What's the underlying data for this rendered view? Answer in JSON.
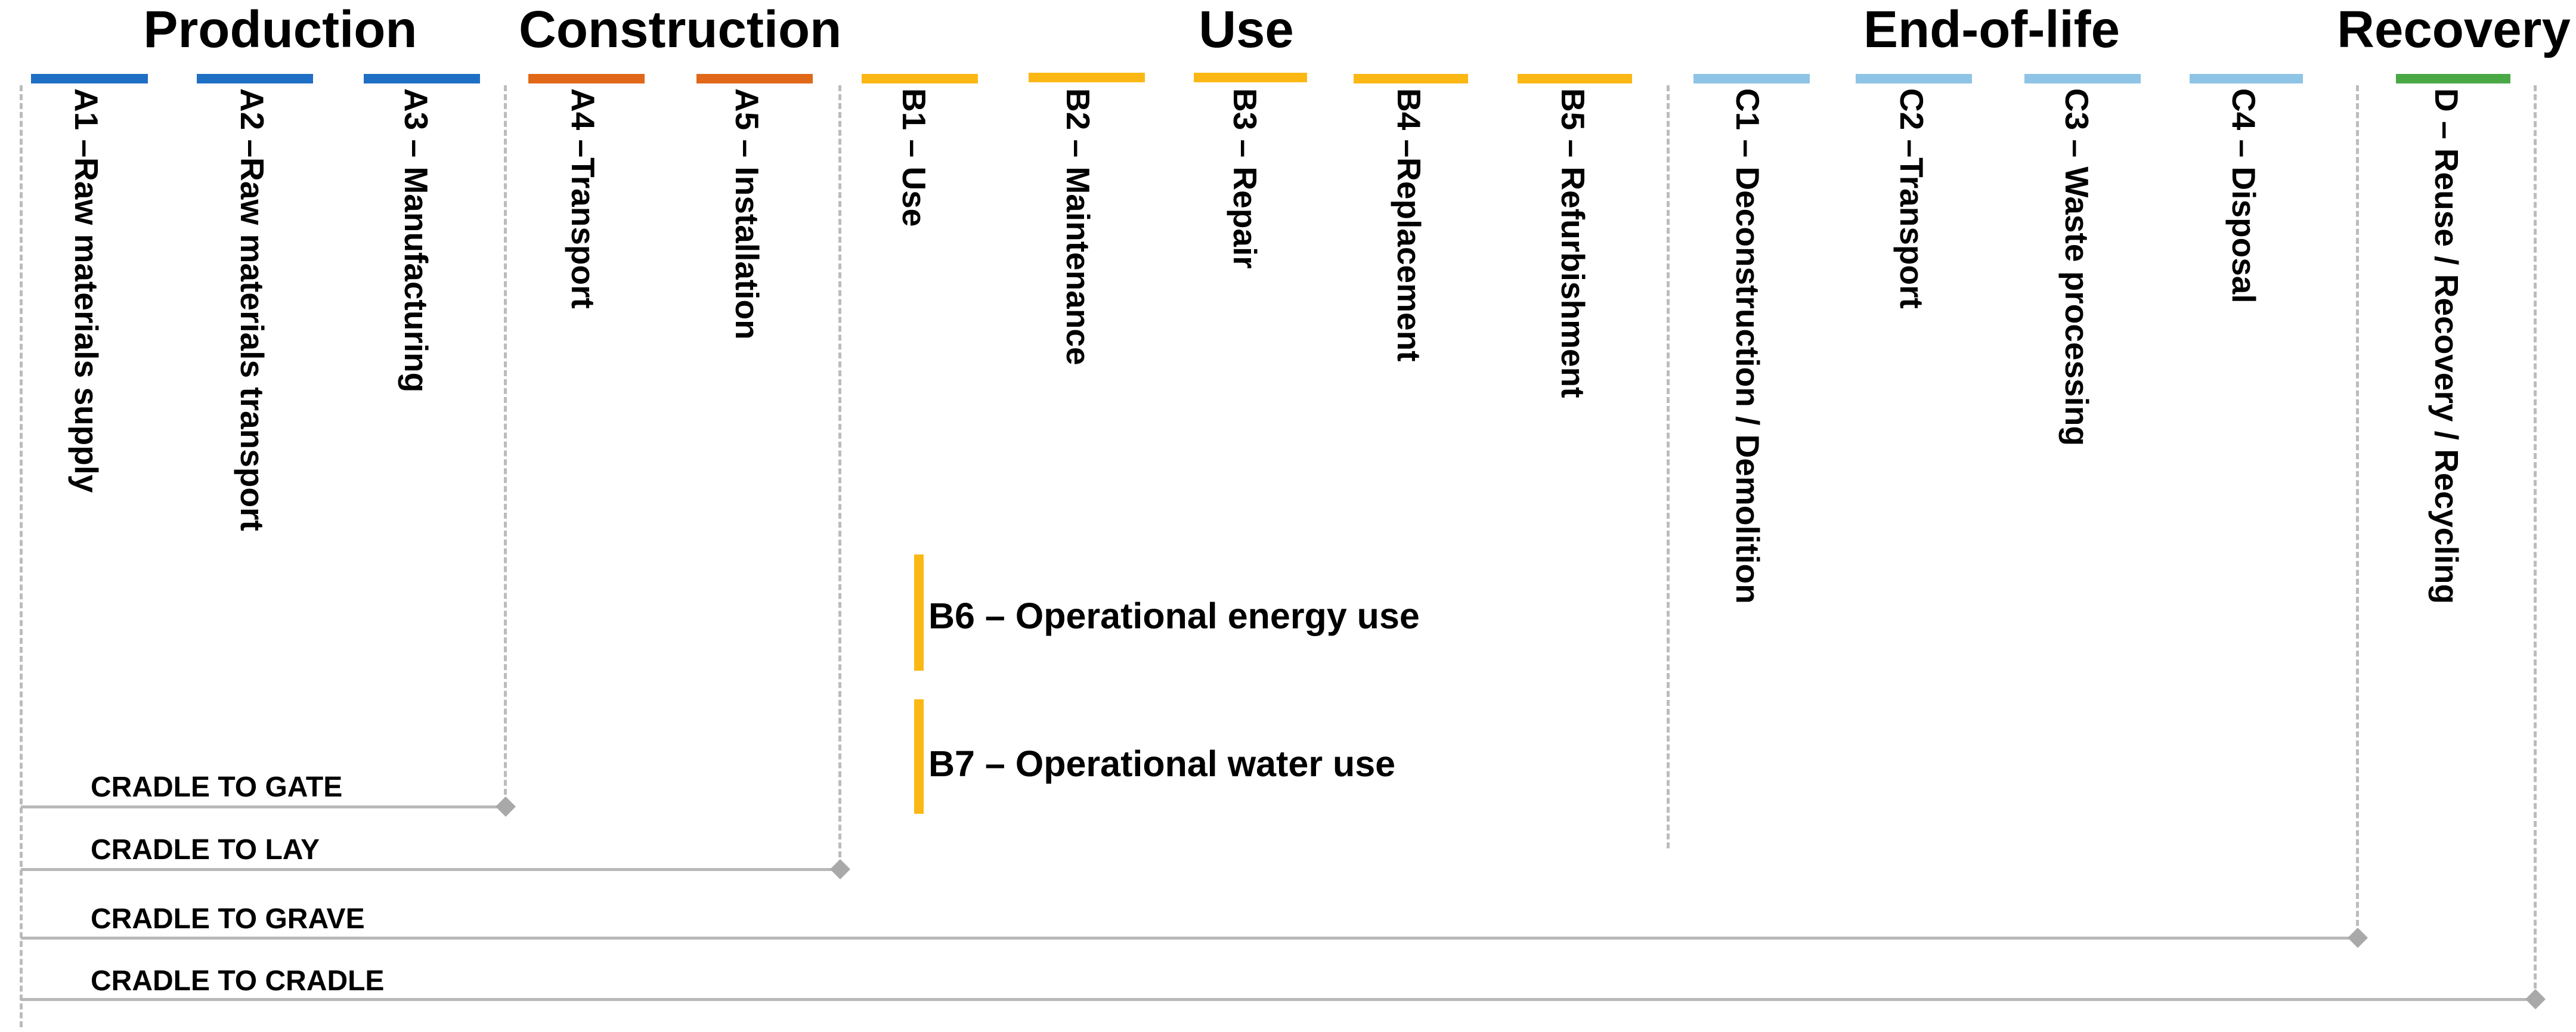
{
  "colors": {
    "production": "#1f6fc4",
    "construction": "#e06818",
    "use": "#fbb814",
    "end_of_life": "#8ec4e6",
    "recovery": "#4aa845"
  },
  "groups": [
    {
      "key": "production",
      "title": "Production"
    },
    {
      "key": "construction",
      "title": "Construction"
    },
    {
      "key": "use",
      "title": "Use"
    },
    {
      "key": "end_of_life",
      "title": "End-of-life"
    },
    {
      "key": "recovery",
      "title": "Recovery"
    }
  ],
  "modules": [
    {
      "code": "A1",
      "label": "A1 –Raw materials supply",
      "group": "production"
    },
    {
      "code": "A2",
      "label": "A2 –Raw materials transport",
      "group": "production"
    },
    {
      "code": "A3",
      "label": "A3 – Manufacturing",
      "group": "production"
    },
    {
      "code": "A4",
      "label": "A4 –Transport",
      "group": "construction"
    },
    {
      "code": "A5",
      "label": "A5 – Installation",
      "group": "construction"
    },
    {
      "code": "B1",
      "label": "B1 – Use",
      "group": "use"
    },
    {
      "code": "B2",
      "label": "B2 – Maintenance",
      "group": "use"
    },
    {
      "code": "B3",
      "label": "B3 – Repair",
      "group": "use"
    },
    {
      "code": "B4",
      "label": "B4 –Replacement",
      "group": "use"
    },
    {
      "code": "B5",
      "label": "B5 – Refurbishment",
      "group": "use"
    },
    {
      "code": "C1",
      "label": "C1 – Deconstruction / Demolition",
      "group": "end_of_life"
    },
    {
      "code": "C2",
      "label": "C2 –Transport",
      "group": "end_of_life"
    },
    {
      "code": "C3",
      "label": "C3 – Waste processing",
      "group": "end_of_life"
    },
    {
      "code": "C4",
      "label": "C4 – Disposal",
      "group": "end_of_life"
    },
    {
      "code": "D",
      "label": "D – Reuse / Recovery / Recycling",
      "group": "recovery"
    }
  ],
  "operational": [
    {
      "code": "B6",
      "label": "B6 – Operational energy use",
      "group": "use"
    },
    {
      "code": "B7",
      "label": "B7 – Operational water use",
      "group": "use"
    }
  ],
  "scopes": [
    {
      "key": "gate",
      "label": "CRADLE TO GATE"
    },
    {
      "key": "lay",
      "label": "CRADLE TO LAY"
    },
    {
      "key": "grave",
      "label": "CRADLE TO GRAVE"
    },
    {
      "key": "cradle",
      "label": "CRADLE TO CRADLE"
    }
  ]
}
